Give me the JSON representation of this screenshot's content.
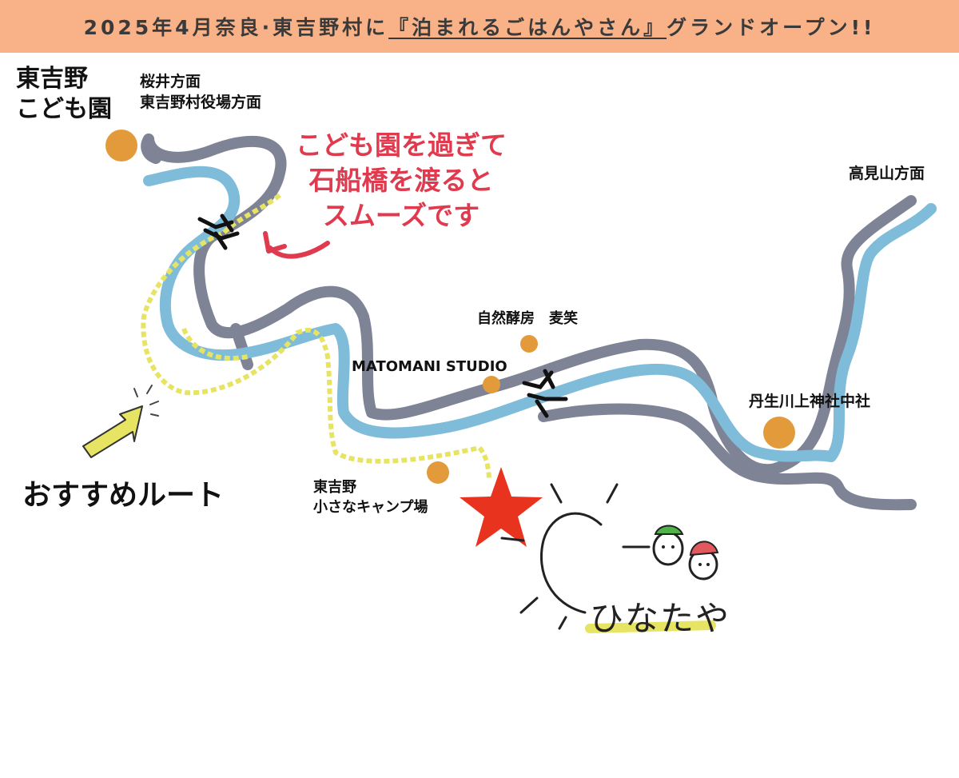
{
  "header": {
    "prefix": "2025年4月奈良·東吉野村に",
    "highlight": "『泊まれるごはんやさん』",
    "suffix": "グランドオープン!!"
  },
  "places": {
    "kodomoen_line1": "東吉野",
    "kodomoen_line2": "こども園",
    "sakurai_line1": "桜井方面",
    "sakurai_line2": "東吉野村役場方面",
    "takamiyama": "高見山方面",
    "bakusho": "自然酵房　麦笑",
    "matomani": "MATOMANI STUDIO",
    "niukawakami": "丹生川上神社中社",
    "camp_line1": "東吉野",
    "camp_line2": "小さなキャンプ場"
  },
  "note": {
    "line1": "こども園を過ぎて",
    "line2": "石船橋を渡ると",
    "line3": "スムーズです"
  },
  "legend": {
    "route_label": "おすすめルート"
  },
  "logo": {
    "text": "ひなたや"
  },
  "colors": {
    "banner": "#f9b287",
    "road": "#7e8395",
    "river": "#7fbcda",
    "route": "#e8e463",
    "place_dot": "#e39a3a",
    "destination_star": "#e8331f",
    "note_text": "#e03a4e"
  },
  "icons": [
    "bridge-icon",
    "destination-star-icon",
    "pointer-arrow-icon",
    "curved-arrow-icon"
  ]
}
